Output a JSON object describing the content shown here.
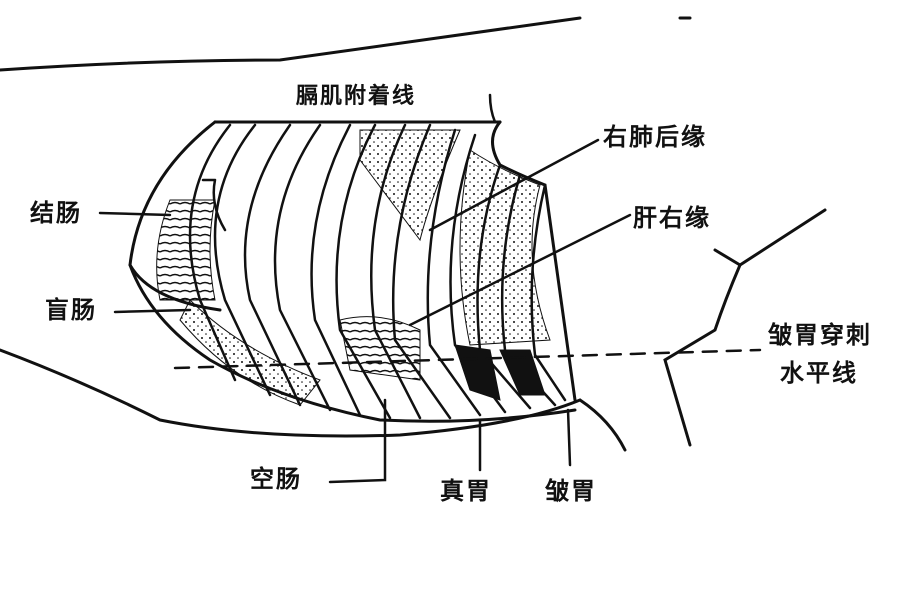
{
  "labels": {
    "diaphragm_line": "膈肌附着线",
    "right_lung_edge": "右肺后缘",
    "colon": "结肠",
    "liver_edge": "肝右缘",
    "cecum": "盲肠",
    "puncture_line_1": "皱胃穿刺",
    "puncture_line_2": "水平线",
    "jejunum": "空肠",
    "true_stomach": "真胃",
    "abomasum": "皱胃"
  },
  "colors": {
    "ink": "#111111",
    "background": "#ffffff"
  }
}
